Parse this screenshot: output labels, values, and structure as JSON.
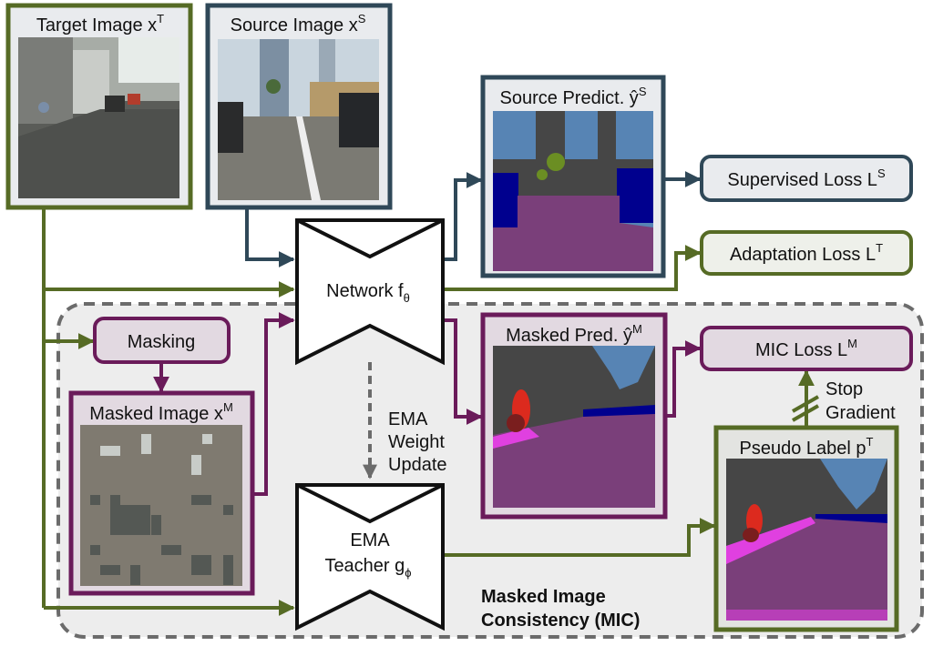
{
  "colors": {
    "target_green": "#566b25",
    "source_blue": "#2f4858",
    "mic_purple": "#6a1b5a",
    "dashed_gray": "#6b6b6b",
    "mic_region_bg": "#ededed",
    "box_fill_light": "#e9ebee",
    "purple_fill": "#e2d9e1",
    "green_fill": "#eef0ea",
    "road": "#7a3f7a",
    "sky": "#5784b4",
    "building": "#464646",
    "vehicle": "#00008e",
    "vegetation": "#6b8e23",
    "person": "#dc2a1e",
    "sidewalk": "#e040e0"
  },
  "nodes": {
    "target_image": {
      "label": "Target Image x",
      "sup": "T"
    },
    "source_image": {
      "label": "Source Image x",
      "sup": "S"
    },
    "source_pred": {
      "label": "Source Predict. ŷ",
      "sup": "S"
    },
    "supervised_loss": {
      "label": "Supervised Loss L",
      "sup": "S"
    },
    "adaptation_loss": {
      "label": "Adaptation Loss L",
      "sup": "T"
    },
    "network": {
      "label": "Network f",
      "sub": "θ"
    },
    "masking": {
      "label": "Masking"
    },
    "masked_image": {
      "label": "Masked Image x",
      "sup": "M"
    },
    "masked_pred": {
      "label": "Masked Pred. ŷ",
      "sup": "M"
    },
    "mic_loss": {
      "label": "MIC Loss L",
      "sup": "M"
    },
    "pseudo_label": {
      "label": "Pseudo Label p",
      "sup": "T"
    },
    "ema_teacher": {
      "line1": "EMA",
      "line2": "Teacher g",
      "sub": "ϕ"
    }
  },
  "annotations": {
    "ema_update": [
      "EMA",
      "Weight",
      "Update"
    ],
    "stop_gradient": [
      "Stop",
      "Gradient"
    ],
    "mic_region": [
      "Masked Image",
      "Consistency (MIC)"
    ]
  }
}
